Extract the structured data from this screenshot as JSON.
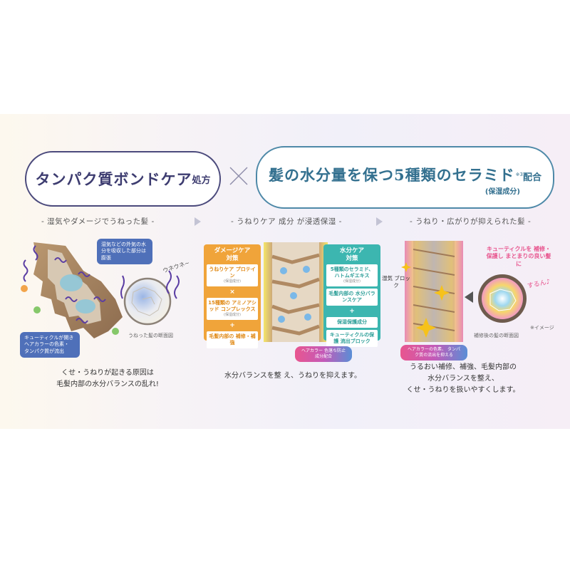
{
  "header": {
    "left_main": "タンパク質ボンドケア",
    "left_small": "処方",
    "right_main": "髪の水分量を保つ5種類のセラミド",
    "right_note": "※3",
    "right_small": "配合",
    "right_sub": "(保湿成分)"
  },
  "panel1": {
    "heading": "- 湿気やダメージでうねった髪 -",
    "callout_top": "湿気などの外気の水分を吸収した部分は膨張",
    "callout_bottom": "キューティクルが開き ヘアカラーの色素・ タンパク質が流出",
    "squiggle_label": "ウネウネ~",
    "section_label": "うねった髪の断面図",
    "caption_1": "くせ・うねりが起きる原因は",
    "caption_2": "毛髪内部の水分バランスの乱れ!"
  },
  "panel2": {
    "heading": "- うねりケア 成分 が浸透保湿 -",
    "left_box": {
      "title_1": "ダメージケア",
      "title_2": "対策",
      "item_1": "うねりケア プロテイン",
      "item_1_note": "(保湿成分)",
      "sym_1": "×",
      "item_2": "15種類の アミノアシッド コンプレックス",
      "item_2_note": "(保湿成分)",
      "sym_2": "+",
      "item_3": "毛髪内部の 補修・補強"
    },
    "right_box": {
      "title_1": "水分ケア",
      "title_2": "対策",
      "item_1": "5種類のセラミド、 ハトムギエキス",
      "item_1_note": "(保湿成分)",
      "item_2": "毛髪内部の 水分バランスケア",
      "sym_1": "+",
      "item_3": "保湿保護成分",
      "item_4": "キューティクルの保護 流出ブロック"
    },
    "tag": "ヘアカラー 色落ち防止成分配合",
    "caption": "水分バランスを整 え、うねりを抑えます。"
  },
  "panel3": {
    "heading": "- うねり・広がりが抑えられた髪 -",
    "block_label": "湿気 ブロック",
    "callout": "キューティクルを 補修・保護し まとまりの良い髪に",
    "slip_label": "するん♪",
    "image_note": "※イメージ",
    "section_label": "補修後の髪の断面図",
    "tag": "ヘアカラーの色素、 タンパク質の流出を抑える",
    "caption_1": "うるおい補修、補強、毛髪内部の",
    "caption_2": "水分バランスを整え、",
    "caption_3": "くせ・うねりを扱いやすくします。"
  },
  "colors": {
    "navy": "#3d3c70",
    "teal_blue": "#33708f",
    "orange": "#f0a43a",
    "teal": "#3cb6b0",
    "pink": "#e8568f",
    "callout_blue": "#4f70b9"
  }
}
